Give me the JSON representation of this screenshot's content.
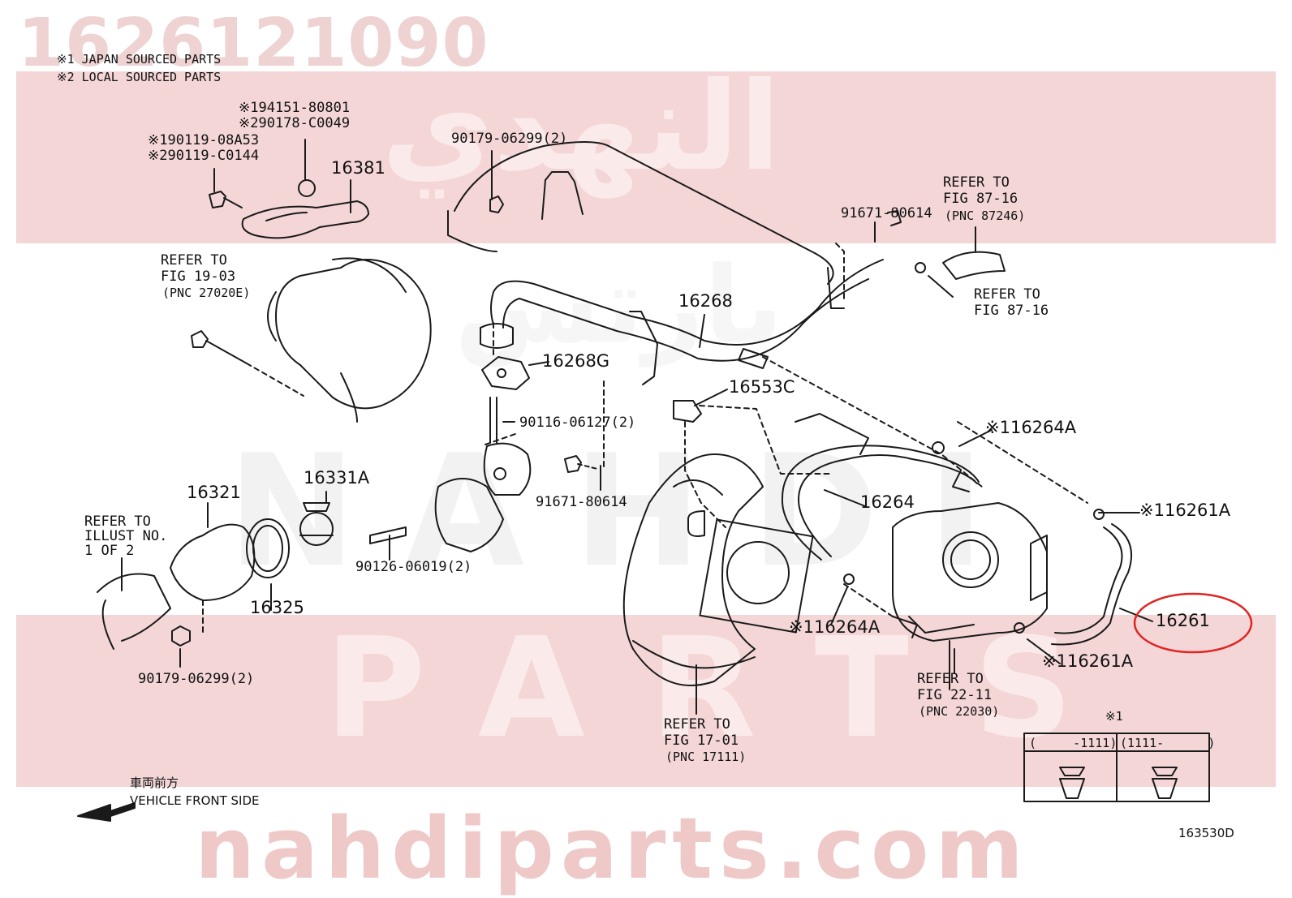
{
  "watermark": {
    "part_number": "1626121090",
    "brand_arabic": "النهدي",
    "brand_arabic_2": "بارتس",
    "brand_latin_1": "NAHDI",
    "brand_latin_2": "PARTS",
    "website": "nahdiparts.com"
  },
  "colors": {
    "band": "#f4d6d6",
    "watermark_text": "#f0c8c8",
    "highlight_circle": "#e02424",
    "line_art": "#1a1a1a"
  },
  "notes": {
    "note1": "※1 JAPAN SOURCED PARTS",
    "note2": "※2 LOCAL SOURCED PARTS"
  },
  "labels": {
    "p_194151": "※194151-80801",
    "p_290178": "※290178-C0049",
    "p_190119": "※190119-08A53",
    "p_290119": "※290119-C0144",
    "p_16381": "16381",
    "p_90179_top": "90179-06299(2)",
    "refer_87_16_a_1": "REFER TO",
    "refer_87_16_a_2": "FIG 87-16",
    "refer_87_16_a_3": "(PNC 87246)",
    "p_91671_top": "91671-80614",
    "refer_87_16_b_1": "REFER TO",
    "refer_87_16_b_2": "FIG 87-16",
    "refer_19_03_1": "REFER TO",
    "refer_19_03_2": "FIG 19-03",
    "refer_19_03_3": "(PNC 27020E)",
    "p_16268": "16268",
    "p_16268G": "16268G",
    "p_16553C": "16553C",
    "p_90116": "90116-06127(2)",
    "p_16264A_top": "※116264A",
    "p_91671_mid": "91671-80614",
    "p_16264": "16264",
    "p_16261A_top": "※116261A",
    "p_16321": "16321",
    "p_16331A": "16331A",
    "refer_illust_1": "REFER TO",
    "refer_illust_2": "ILLUST NO.",
    "refer_illust_3": "1 OF 2",
    "p_90126": "90126-06019(2)",
    "p_16325": "16325",
    "p_16264A_bot": "※116264A",
    "p_16261": "16261",
    "p_16261A_bot": "※116261A",
    "p_90179_bot": "90179-06299(2)",
    "refer_22_11_1": "REFER TO",
    "refer_22_11_2": "FIG 22-11",
    "refer_22_11_3": "(PNC 22030)",
    "refer_17_01_1": "REFER TO",
    "refer_17_01_2": "FIG 17-01",
    "refer_17_01_3": "(PNC 17111)",
    "table_mark": "※1",
    "table_col1": "(     -1111)",
    "table_col2": "(1111-      )",
    "front_jp": "車両前方",
    "front_en": "VEHICLE FRONT SIDE",
    "figure_code": "163530D"
  },
  "icons": {
    "front_arrow": "arrow-left-icon"
  }
}
